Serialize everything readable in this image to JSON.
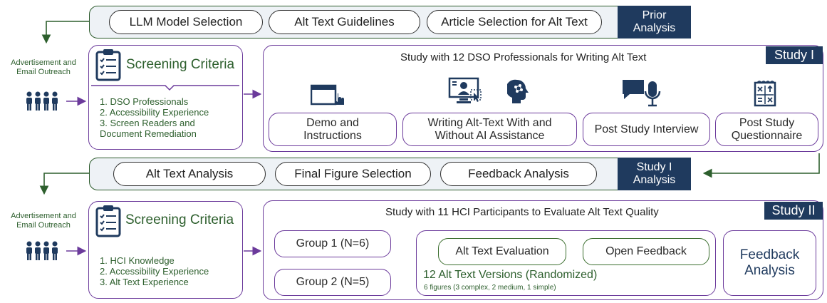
{
  "prior": {
    "pills": [
      "LLM Model Selection",
      "Alt Text Guidelines",
      "Article Selection for Alt Text"
    ],
    "tag": "Prior Analysis"
  },
  "outreach": {
    "label": "Advertisement and Email Outreach"
  },
  "study1": {
    "tag": "Study I",
    "title": "Study with 12 DSO Professionals for Writing Alt Text",
    "screening_title": "Screening Criteria",
    "criteria": [
      "1. DSO Professionals",
      "2. Accessibility Experience",
      "3. Screen Readers and",
      "Document Remediation"
    ],
    "steps": [
      "Demo and Instructions",
      "Writing Alt-Text With and Without AI Assistance",
      "Post Study Interview",
      "Post Study Questionnaire"
    ]
  },
  "analysis1": {
    "pills": [
      "Alt Text Analysis",
      "Final Figure Selection",
      "Feedback Analysis"
    ],
    "tag": "Study I Analysis"
  },
  "study2": {
    "tag": "Study II",
    "title": "Study with 11 HCI Participants to Evaluate Alt Text Quality",
    "screening_title": "Screening Criteria",
    "criteria": [
      "1. HCI Knowledge",
      "2. Accessibility Experience",
      "3. Alt Text Experience"
    ],
    "groups": [
      "Group 1 (N=6)",
      "Group 2 (N=5)"
    ],
    "eval_pills": [
      "Alt Text Evaluation",
      "Open Feedback"
    ],
    "versions_label": "12 Alt Text Versions (Randomized)",
    "versions_sub": "6 figures (3 complex, 2 medium, 1 simple)",
    "feedback": "Feedback Analysis"
  },
  "colors": {
    "navy": "#1f3a5e",
    "purple": "#6b3a9b",
    "green": "#2d5f2d",
    "band_bg": "#eef2f6"
  },
  "icons": [
    "browser-click-icon",
    "screen-user-icon",
    "ai-head-icon",
    "chat-mic-icon",
    "math-grid-icon",
    "people-group-icon",
    "clipboard-checklist-icon"
  ]
}
